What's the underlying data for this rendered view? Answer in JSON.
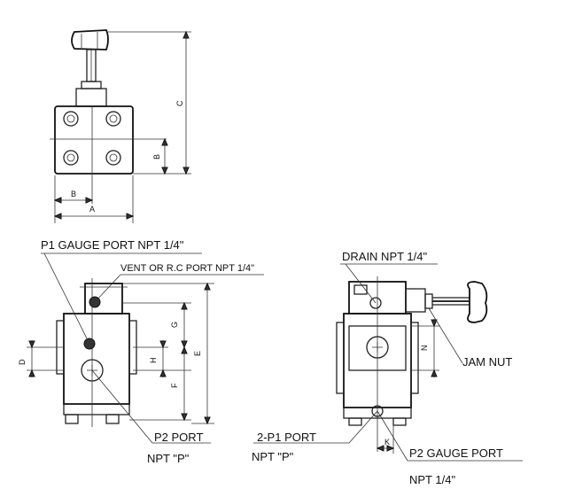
{
  "labels": {
    "p1_gauge_port": "P1 GAUGE PORT NPT 1/4\"",
    "vent_port": "VENT OR R.C PORT NPT 1/4\"",
    "drain": "DRAIN NPT 1/4\"",
    "jam_nut": "JAM NUT",
    "p2_port_line1": "P2 PORT",
    "p2_port_line2": "NPT \"P\"",
    "p1_port_line1": "2-P1 PORT",
    "p1_port_line2": "NPT \"P\"",
    "p2_gauge_line1": "P2 GAUGE PORT",
    "p2_gauge_line2": "NPT 1/4\""
  },
  "dimensions": {
    "a": "A",
    "b_horizontal": "B",
    "b_vertical": "B",
    "c": "C",
    "d": "D",
    "e": "E",
    "f": "F",
    "g": "G",
    "h": "H",
    "k": "K",
    "n": "N"
  }
}
